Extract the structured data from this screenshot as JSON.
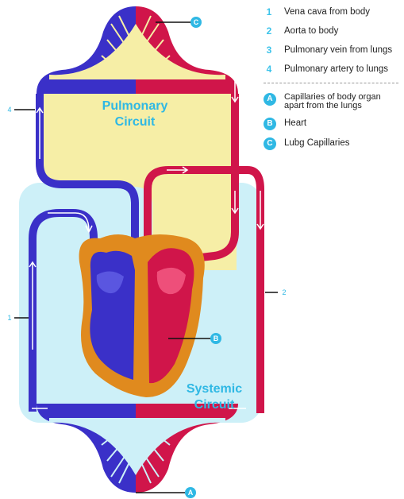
{
  "legend_numbers": [
    {
      "num": "1",
      "label": "Vena cava from body"
    },
    {
      "num": "2",
      "label": "Aorta to body"
    },
    {
      "num": "3",
      "label": "Pulmonary vein from lungs"
    },
    {
      "num": "4",
      "label": "Pulmonary artery to lungs"
    }
  ],
  "legend_letters": [
    {
      "letter": "A",
      "label": "Capillaries of body organ apart from the lungs"
    },
    {
      "letter": "B",
      "label": "Heart"
    },
    {
      "letter": "C",
      "label": "Lubg Capillaries"
    }
  ],
  "circuits": {
    "pulmonary": [
      "Pulmonary",
      "Circuit"
    ],
    "systemic": [
      "Systemic",
      "Circuit"
    ]
  },
  "markers": {
    "one": "1",
    "two": "2",
    "four": "4",
    "a": "A",
    "b": "B",
    "c": "C"
  },
  "colors": {
    "deoxygenated": "#3a30c8",
    "oxygenated": "#d0154a",
    "pulmonary_region": "#f6eea6",
    "systemic_region": "#cdf0f8",
    "heart_muscle": "#e08a1e",
    "accent": "#2fb8e4"
  }
}
